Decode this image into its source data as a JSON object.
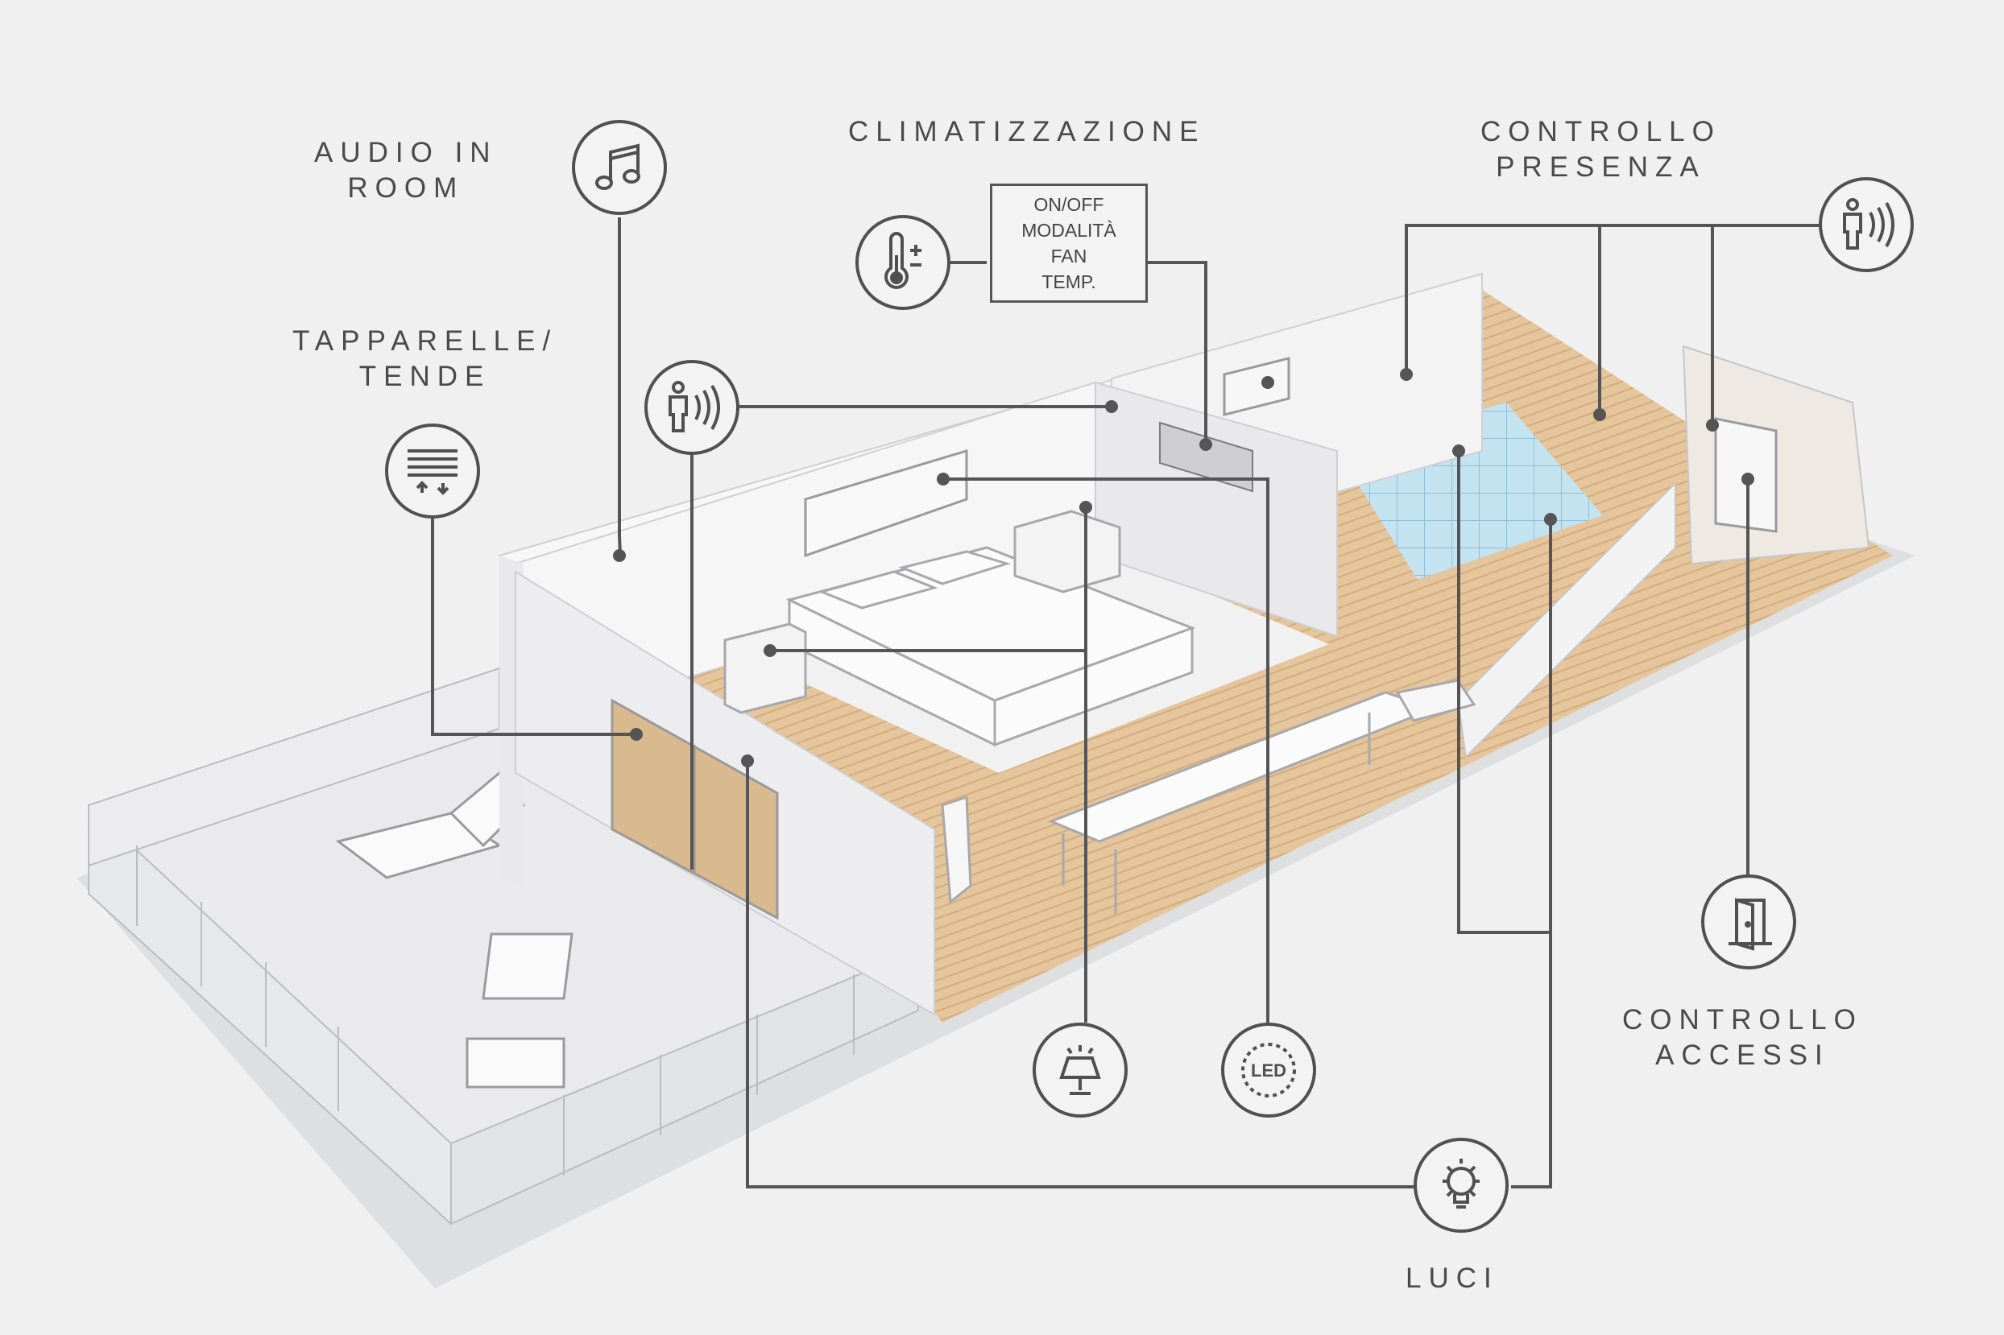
{
  "labels": {
    "audio": [
      "AUDIO IN",
      "ROOM"
    ],
    "climate": "CLIMATIZZAZIONE",
    "presence": [
      "CONTROLLO",
      "PRESENZA"
    ],
    "blinds": [
      "TAPPARELLE/",
      "TENDE"
    ],
    "access": [
      "CONTROLLO",
      "ACCESSI"
    ],
    "lights": "LUCI"
  },
  "climate_panel": [
    "ON/OFF",
    "MODALITÀ",
    "FAN",
    "TEMP."
  ],
  "icons": {
    "audio": "music-note-icon",
    "climate": "thermostat-icon",
    "presence_left": "presence-sensor-icon",
    "presence_right": "presence-sensor-icon",
    "blinds": "blinds-icon",
    "access": "door-icon",
    "lamp": "lamp-icon",
    "led": "led-strip-icon",
    "lights": "light-bulb-icon"
  },
  "led_text": "LED",
  "colors": {
    "background": "#f0f0f1",
    "line": "#555555",
    "floor_wood": "#e2c39a",
    "tile_blue": "#bcdfee",
    "wall": "#ffffff"
  }
}
